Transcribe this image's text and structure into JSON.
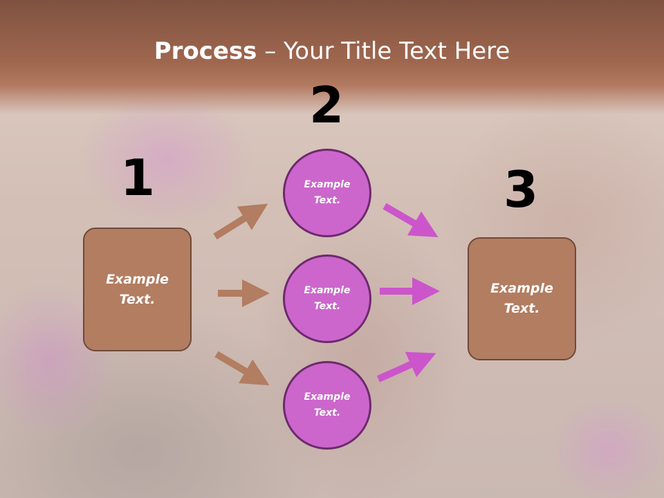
{
  "slide": {
    "title_bold": "Process",
    "title_rest": " – Your Title Text Here"
  },
  "steps": {
    "n1": "1",
    "n2": "2",
    "n3": "3"
  },
  "left_box": {
    "line1": "Example",
    "line2": "Text."
  },
  "right_box": {
    "line1": "Example",
    "line2": "Text."
  },
  "circles": [
    {
      "line1": "Example",
      "line2": "Text."
    },
    {
      "line1": "Example",
      "line2": "Text."
    },
    {
      "line1": "Example",
      "line2": "Text."
    }
  ],
  "colors": {
    "box_fill": "#b27d61",
    "box_border": "#6e4a38",
    "circle_fill": "#cc66cc",
    "circle_border": "#6d2a6d",
    "arrow_brown": "#b27d61",
    "arrow_magenta": "#cc55cc",
    "title_band": "#a0674f"
  }
}
